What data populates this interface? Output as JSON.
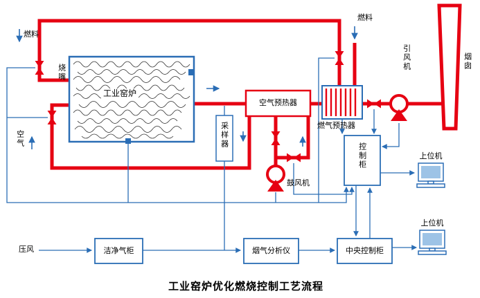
{
  "title": "工业窑炉优化燃烧控制工艺流程",
  "colors": {
    "pipe_red": "#e60012",
    "signal_blue": "#2a6db5",
    "box_white": "#ffffff",
    "text_black": "#000000"
  },
  "components": {
    "fuel_left": "燃料",
    "burner": "烧嘴",
    "air": "空气",
    "kiln": "工业窑炉",
    "sampler": "采样器",
    "air_preheater": "空气预热器",
    "gas_preheater": "燃气预热器",
    "fuel_right": "燃料",
    "induced_draft_fan": "引风机",
    "chimney": "烟囱",
    "blower": "鼓风机",
    "control_cabinet": "控制柜",
    "host_computer_top": "上位机",
    "host_computer_bottom": "上位机",
    "compressed_air": "压风",
    "clean_gas_cabinet": "洁净气柜",
    "flue_gas_analyzer": "烟气分析仪",
    "central_control_cabinet": "中央控制柜"
  }
}
